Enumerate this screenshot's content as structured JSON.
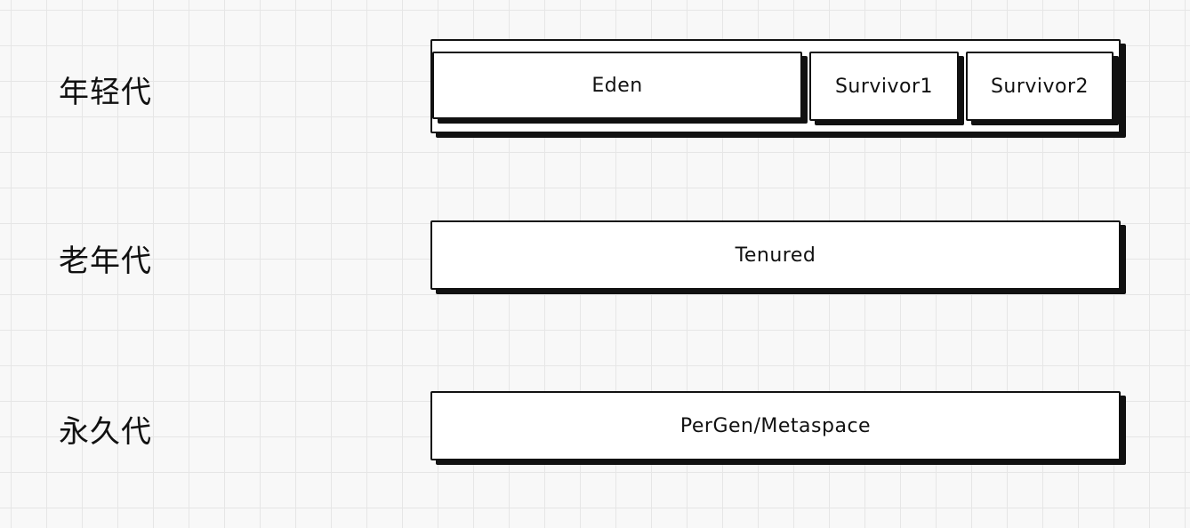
{
  "rows": {
    "young": {
      "label": "年轻代"
    },
    "old": {
      "label": "老年代"
    },
    "perm": {
      "label": "永久代"
    }
  },
  "young_gen": {
    "eden": "Eden",
    "survivor1": "Survivor1",
    "survivor2": "Survivor2"
  },
  "old_gen": {
    "tenured": "Tenured"
  },
  "perm_gen": {
    "metaspace": "PerGen/Metaspace"
  }
}
